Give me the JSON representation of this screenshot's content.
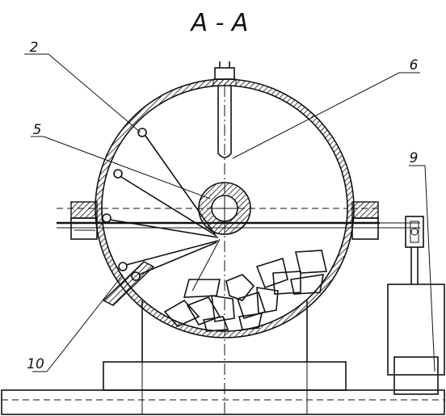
{
  "drawing": {
    "section_title": "A - A",
    "callouts": [
      {
        "id": "callout-2",
        "text": "2"
      },
      {
        "id": "callout-6",
        "text": "6"
      },
      {
        "id": "callout-5",
        "text": "5"
      },
      {
        "id": "callout-9",
        "text": "9"
      },
      {
        "id": "callout-10",
        "text": "10"
      }
    ]
  },
  "colors": {
    "ink": "#111111",
    "background": "#ffffff"
  }
}
